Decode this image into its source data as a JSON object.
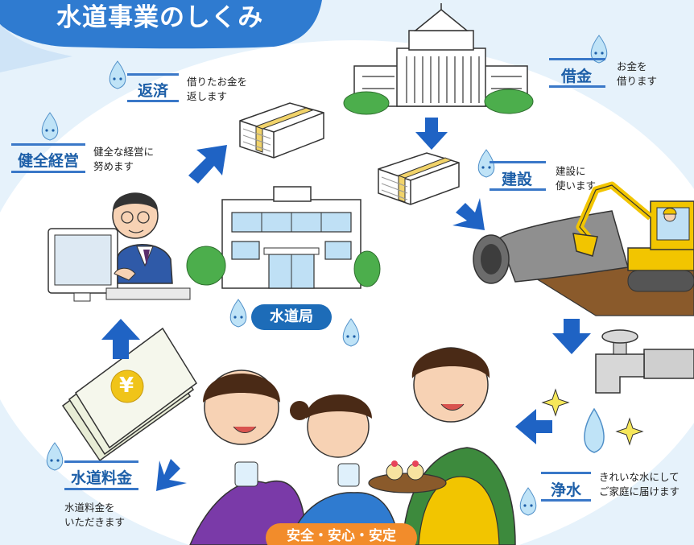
{
  "title": "水道事業のしくみ",
  "steps": {
    "shakkin": {
      "label": "借金",
      "desc": [
        "お金を",
        "借ります"
      ]
    },
    "kensetsu": {
      "label": "建設",
      "desc": [
        "建設に",
        "使います"
      ]
    },
    "jousui": {
      "label": "浄水",
      "desc": [
        "きれいな水にして",
        "ご家庭に届けます"
      ]
    },
    "ryoukin": {
      "label": "水道料金",
      "desc": [
        "水道料金を",
        "いただきます"
      ]
    },
    "keiei": {
      "label": "健全経営",
      "desc": [
        "健全な経営に",
        "努めます"
      ]
    },
    "hensai": {
      "label": "返済",
      "desc": [
        "借りたお金を",
        "返します"
      ]
    }
  },
  "center_label": "水道局",
  "bottom_banner": "安全・安心・安定",
  "yen_symbol": "¥",
  "colors": {
    "accent_blue": "#1d6cb8",
    "arrow_blue": "#1f63c4",
    "banner_orange": "#f28c2b",
    "background": "#e6f2fb"
  }
}
